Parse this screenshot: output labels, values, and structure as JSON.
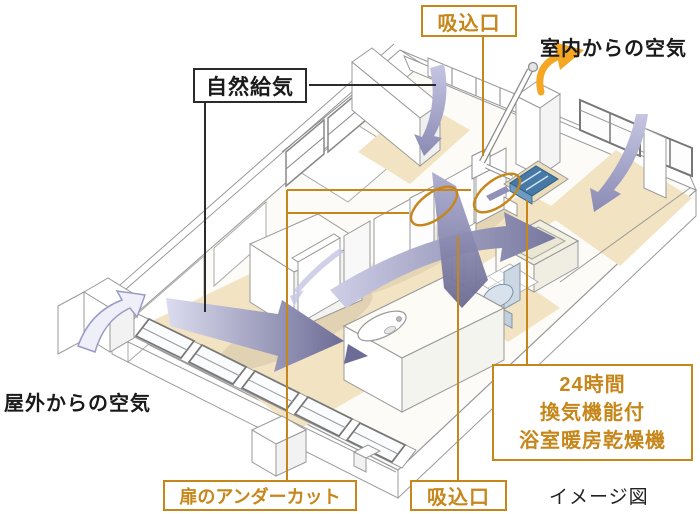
{
  "labels": {
    "natural_supply": "自然給気",
    "intake_top": "吸込口",
    "indoor_air": "室内からの空気",
    "outdoor_air": "屋外からの空気",
    "door_undercut": "扉のアンダーカット",
    "intake_bottom": "吸込口",
    "bath_unit": {
      "line1": "24時間",
      "line2": "換気機能付",
      "line3": "浴室暖房乾燥機"
    },
    "image_note": "イメージ図"
  },
  "colors": {
    "accent_orange": "#C6861A",
    "exhaust_arrow_orange": "#F5A623",
    "airflow_purple_dark": "#6C6C96",
    "airflow_purple_light": "#D8D8EE",
    "floor_beige": "#F2E4C3",
    "bath_unit_blue": "#4679A5",
    "outline_gray": "#999999",
    "text_black": "#1A1A1A"
  },
  "icons": {
    "exhaust_curl_arrow": "orange curved arrow (air exhausted outdoors)",
    "airflow_arrows": "purple flow arrows (air path through rooms)",
    "undercut_markers": "orange ellipse highlights on door undercuts"
  }
}
